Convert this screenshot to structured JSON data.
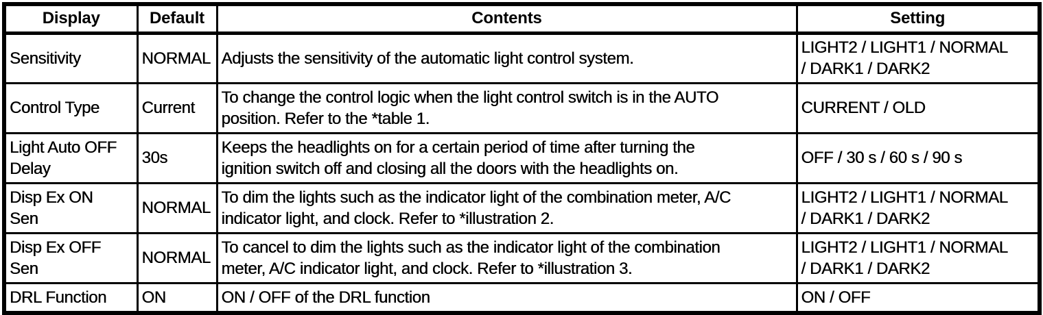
{
  "table": {
    "colors": {
      "border": "#000000",
      "background": "#ffffff",
      "text": "#000000"
    },
    "columns": [
      "Display",
      "Default",
      "Contents",
      "Setting"
    ],
    "rows": [
      {
        "display": "Sensitivity",
        "default": "NORMAL",
        "contents": "Adjusts the sensitivity of the automatic light control system.",
        "setting": "LIGHT2 / LIGHT1 / NORMAL\n/ DARK1 / DARK2"
      },
      {
        "display": "Control Type",
        "default": "Current",
        "contents": "To change the control logic when the light control switch is in the AUTO\nposition. Refer to the *table 1.",
        "setting": "CURRENT / OLD"
      },
      {
        "display": "Light Auto OFF\nDelay",
        "default": "30s",
        "contents": "Keeps the headlights on for a certain period of time after turning the\nignition switch off and closing all the doors with the headlights on.",
        "setting": "OFF / 30 s / 60 s / 90 s"
      },
      {
        "display": "Disp Ex ON\nSen",
        "default": "NORMAL",
        "contents": "To dim the lights such as the indicator light of the combination meter, A/C\nindicator light, and clock. Refer to *illustration 2.",
        "setting": "LIGHT2 / LIGHT1 / NORMAL\n/ DARK1 / DARK2"
      },
      {
        "display": "Disp Ex OFF\nSen",
        "default": "NORMAL",
        "contents": "To cancel to dim the lights such as the indicator light of the combination\nmeter, A/C indicator light, and clock. Refer to *illustration 3.",
        "setting": "LIGHT2 / LIGHT1 / NORMAL\n/ DARK1 / DARK2"
      },
      {
        "display": "DRL Function",
        "default": "ON",
        "contents": "ON / OFF of the DRL function",
        "setting": "ON / OFF"
      }
    ]
  }
}
